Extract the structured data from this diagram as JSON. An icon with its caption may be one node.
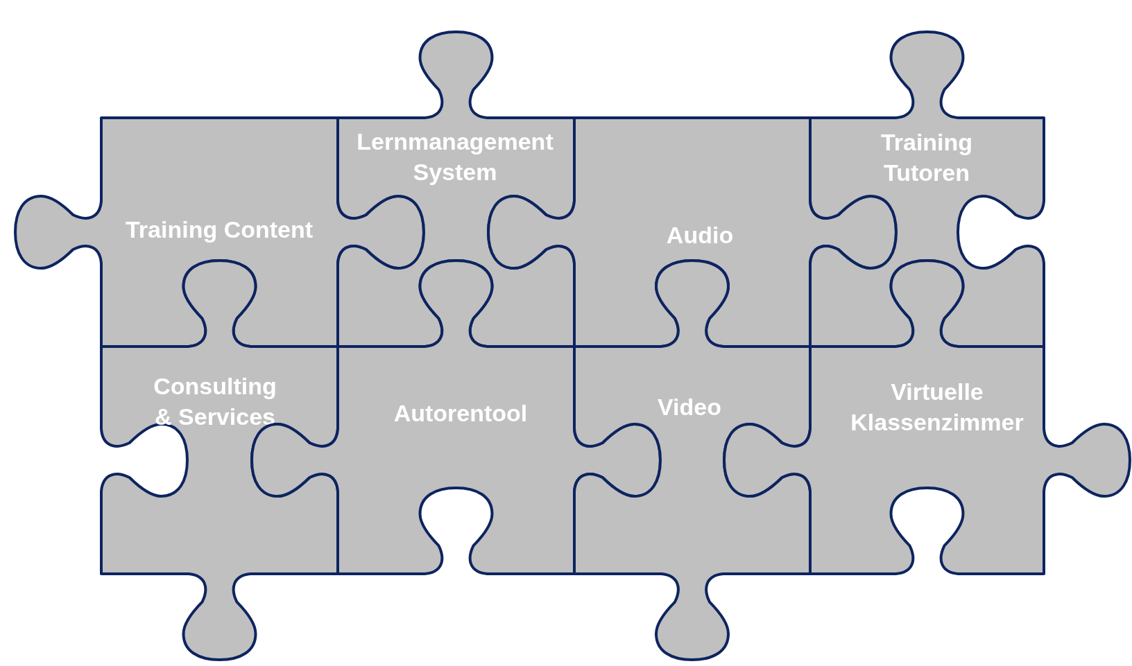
{
  "diagram": {
    "nodes": [
      {
        "text": [
          "Training Content"
        ]
      },
      {
        "text": [
          "Lernmanagement System"
        ]
      },
      {
        "text": [
          "Audio"
        ]
      },
      {
        "text": [
          "Training Tutoren"
        ]
      },
      {
        "text": [
          "Consulting & Services"
        ]
      },
      {
        "text": [
          "Autorentool"
        ]
      },
      {
        "text": [
          "Video"
        ]
      },
      {
        "text": [
          "Virtuelle Klassenzimmer"
        ]
      }
    ]
  }
}
